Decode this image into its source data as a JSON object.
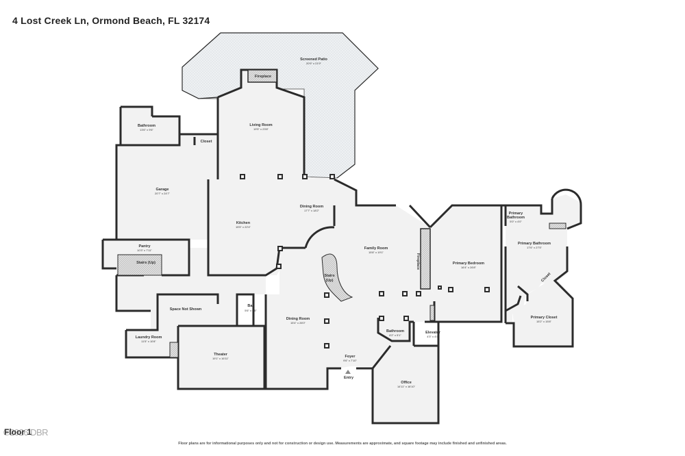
{
  "header": {
    "address": "4 Lost Creek Ln, Ormond Beach, FL 32174"
  },
  "rooms": {
    "screened_patio": {
      "name": "Screened Patio",
      "dims": "20'9\" x 21'9\""
    },
    "fireplace_top": {
      "name": "Fireplace"
    },
    "living_room": {
      "name": "Living Room",
      "dims": "19'5\" x 23'8\""
    },
    "bathroom_1": {
      "name": "Bathroom",
      "dims": "13'6\" x 9'6\""
    },
    "closet_1": {
      "name": "Closet"
    },
    "garage": {
      "name": "Garage",
      "dims": "20'7\" x 24'7\""
    },
    "dining_room_1": {
      "name": "Dining Room",
      "dims": "17'7\" x 18'2\""
    },
    "kitchen": {
      "name": "Kitchen",
      "dims": "15'5\" x 22'4\""
    },
    "pantry": {
      "name": "Pantry",
      "dims": "10'3\" x 7'11\""
    },
    "stairs_up_1": {
      "name": "Stairs (Up)"
    },
    "stairs_up_2": {
      "name": "Stairs",
      "name2": "(Up)"
    },
    "family_room": {
      "name": "Family Room",
      "dims": "15'8\" x 19'1\""
    },
    "fireplace_side": {
      "name": "Fireplace"
    },
    "primary_bedroom": {
      "name": "Primary Bedroom",
      "dims": "16'4\" x 26'8\""
    },
    "primary_bathroom_small": {
      "name": "Primary",
      "name2": "Bathroom",
      "dims": "5'0\" x 4'0\""
    },
    "primary_bathroom": {
      "name": "Primary Bathroom",
      "dims": "17'6\" x 27'5\""
    },
    "closet_2": {
      "name": "Closet"
    },
    "primary_closet": {
      "name": "Primary Closet",
      "dims": "15'2\" x 15'8\""
    },
    "space_not_shown": {
      "name": "Space Not Shown"
    },
    "bar": {
      "name": "Bar",
      "dims": "5'6\" x 6'5\""
    },
    "laundry_room": {
      "name": "Laundry Room",
      "dims": "11'5\" x 10'8\""
    },
    "theater": {
      "name": "Theater",
      "dims": "19'1\" x 16'11\""
    },
    "dining_room_2": {
      "name": "Dining Room",
      "dims": "15'4\" x 26'0\""
    },
    "bathroom_2": {
      "name": "Bathroom",
      "dims": "6'2\" x 5'1\""
    },
    "elevator": {
      "name": "Elevator",
      "dims": "4'3\" x 4'4\""
    },
    "foyer": {
      "name": "Foyer",
      "dims": "9'6\" x 7'10\""
    },
    "entry": {
      "name": "Entry"
    },
    "office": {
      "name": "Office",
      "dims": "14'11\" x 16'10\""
    }
  },
  "footer": {
    "floor_label": "Floor 1",
    "watermark": "©2026 DBR",
    "disclaimer": "Floor plans are for informational purposes only and not for construction or design use. Measurements are approximate, and square footage may include finished and unfinished areas."
  },
  "colors": {
    "wall": "#2b2b2b",
    "floor": "#f2f2f2",
    "patio": "#e9eef1",
    "hatch": "#cfcfcf"
  }
}
